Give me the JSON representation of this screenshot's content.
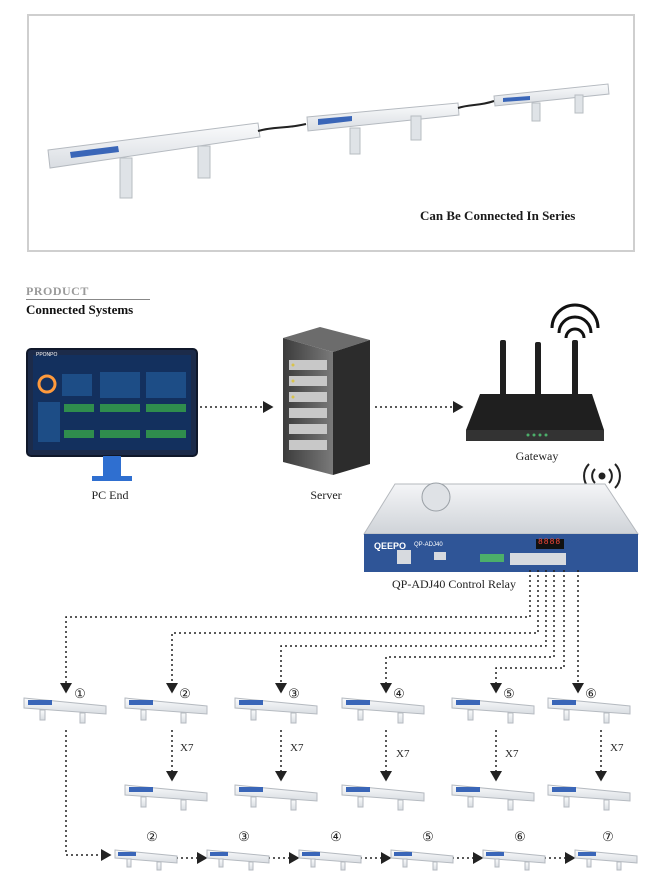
{
  "series_caption": "Can Be Connected In Series",
  "section": {
    "label": "PRODUCT",
    "title": "Connected Systems"
  },
  "devices": {
    "pc": {
      "label": "PC End",
      "screen_brand": "PPONPO"
    },
    "server": {
      "label": "Server"
    },
    "gateway": {
      "label": "Gateway"
    },
    "relay": {
      "label": "QP-ADJ40 Control Relay",
      "brand": "QEEPO",
      "model": "QP-ADJ40",
      "display": "8888"
    }
  },
  "branches": [
    "①",
    "②",
    "③",
    "④",
    "⑤",
    "⑥"
  ],
  "multiplier": "X7",
  "chain": [
    "②",
    "③",
    "④",
    "⑤",
    "⑥",
    "⑦"
  ],
  "colors": {
    "accent": "#3a66b8",
    "bar": "#e9edf2",
    "dark": "#1f1f1f"
  }
}
